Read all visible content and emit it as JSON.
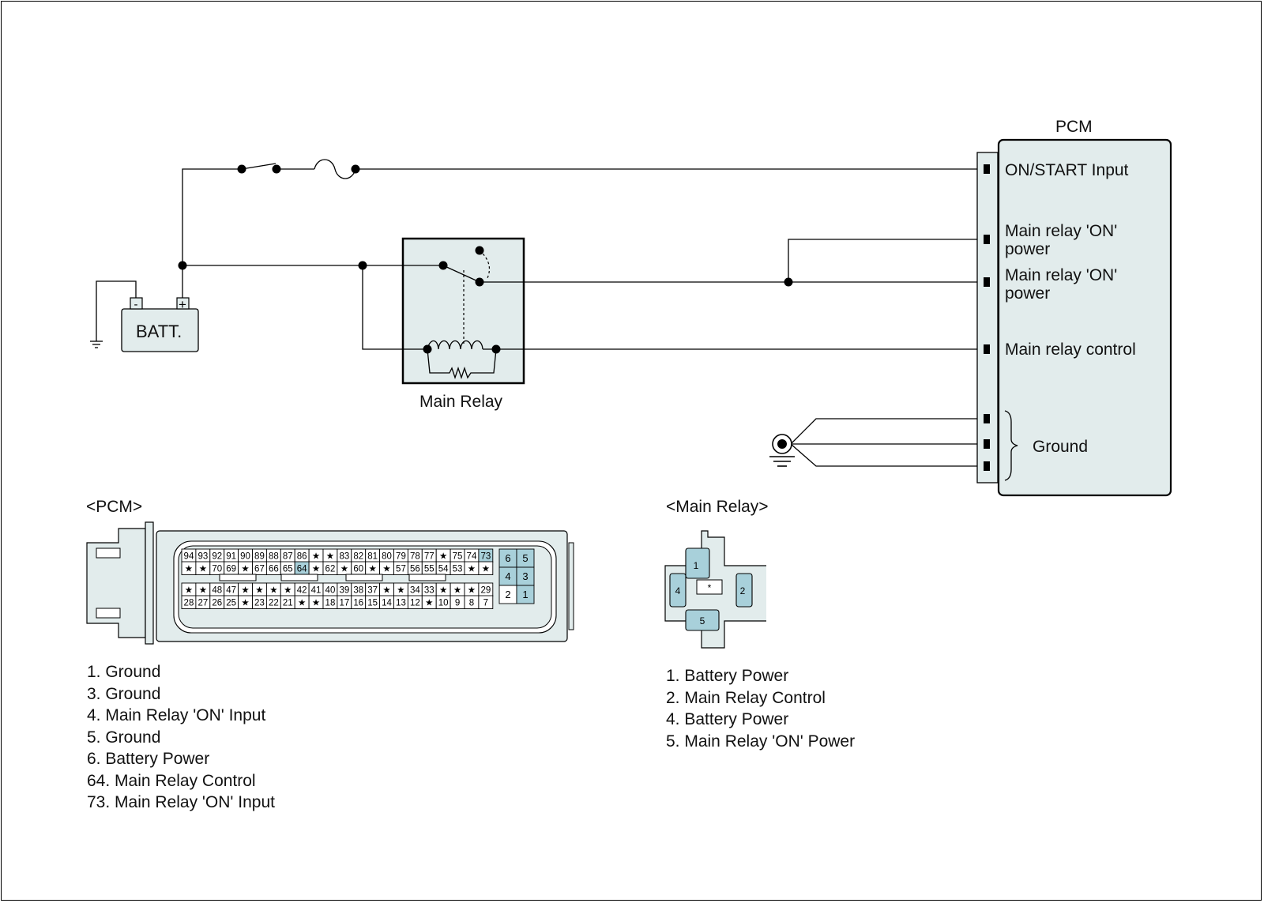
{
  "battery": {
    "label": "BATT.",
    "neg": "-",
    "pos": "+"
  },
  "main_relay": {
    "label": "Main Relay"
  },
  "pcm": {
    "title": "PCM",
    "inputs": [
      "ON/START Input",
      "Main relay 'ON' power",
      "Main relay 'ON' power",
      "Main relay control"
    ],
    "ground_label": "Ground"
  },
  "pcm_connector": {
    "heading": "<PCM>",
    "row1": [
      "94",
      "93",
      "92",
      "91",
      "90",
      "89",
      "88",
      "87",
      "86",
      "★",
      "★",
      "83",
      "82",
      "81",
      "80",
      "79",
      "78",
      "77",
      "★",
      "75",
      "74",
      "73"
    ],
    "row2": [
      "★",
      "★",
      "70",
      "69",
      "★",
      "67",
      "66",
      "65",
      "64",
      "★",
      "62",
      "★",
      "60",
      "★",
      "★",
      "57",
      "56",
      "55",
      "54",
      "53",
      "★",
      "★"
    ],
    "row3": [
      "★",
      "★",
      "48",
      "47",
      "★",
      "★",
      "★",
      "★",
      "42",
      "41",
      "40",
      "39",
      "38",
      "37",
      "★",
      "★",
      "34",
      "33",
      "★",
      "★",
      "★",
      "29"
    ],
    "row4": [
      "28",
      "27",
      "26",
      "25",
      "★",
      "23",
      "22",
      "21",
      "★",
      "★",
      "18",
      "17",
      "16",
      "15",
      "14",
      "13",
      "12",
      "★",
      "10",
      "9",
      "8",
      "7"
    ],
    "side_grid": [
      [
        "6",
        "5"
      ],
      [
        "4",
        "3"
      ],
      [
        "2",
        "1"
      ]
    ],
    "highlighted": [
      "73",
      "64",
      "6",
      "5",
      "4",
      "3",
      "1"
    ],
    "legend": [
      "1. Ground",
      "3. Ground",
      "4. Main Relay 'ON' Input",
      "5. Ground",
      "6. Battery Power",
      "64. Main Relay Control",
      "73. Main Relay 'ON' Input"
    ]
  },
  "relay_connector": {
    "heading": "<Main Relay>",
    "pins": {
      "top": "1",
      "right": "2",
      "left": "4",
      "bottom": "5",
      "center": "*"
    },
    "legend": [
      "1. Battery Power",
      "2. Main Relay Control",
      "4. Battery Power",
      "5. Main Relay 'ON' Power"
    ]
  },
  "colors": {
    "fill": "#e2ecec",
    "highlight": "#a8d0da",
    "line": "#000000"
  }
}
